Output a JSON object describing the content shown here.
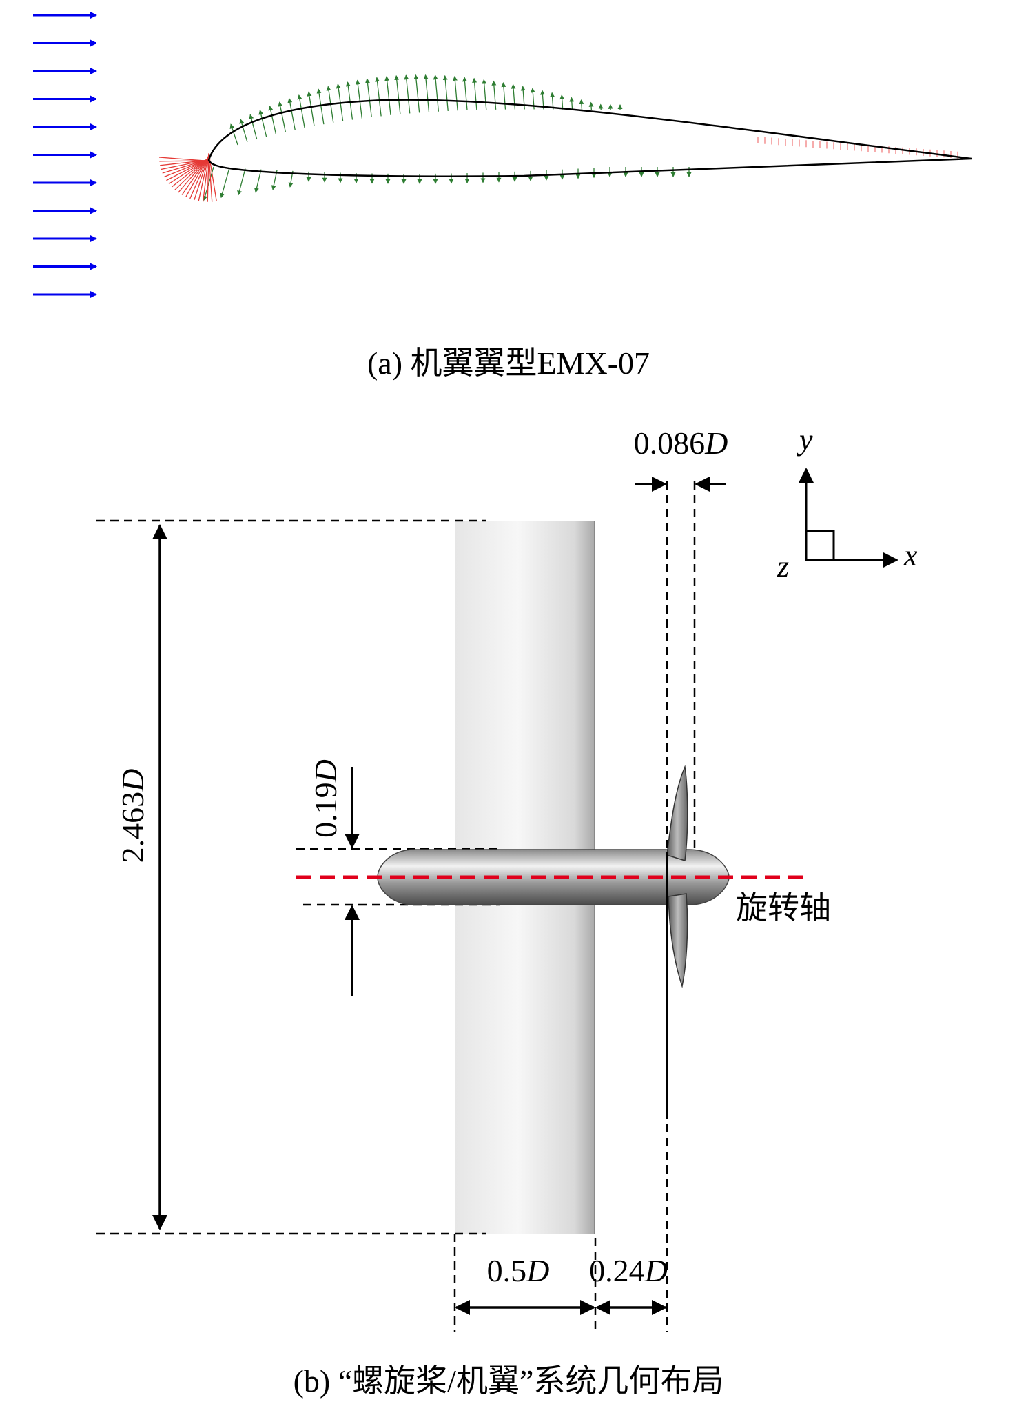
{
  "panel_a": {
    "caption": "(a) 机翼翼型EMX-07",
    "colors": {
      "inflow": "#0000ee",
      "suction_vectors": "#2e7d32",
      "pressure_vectors": "#e53935",
      "outline": "#000000"
    }
  },
  "panel_b": {
    "caption": "(b) “螺旋桨/机翼”系统几何布局",
    "dims": {
      "span": {
        "num": "2.463",
        "unit": "D"
      },
      "hub": {
        "num": "0.19",
        "unit": "D"
      },
      "gap": {
        "num": "0.086",
        "unit": "D"
      },
      "chord": {
        "num": "0.5",
        "unit": "D"
      },
      "offset": {
        "num": "0.24",
        "unit": "D"
      }
    },
    "axis_label": "旋转轴",
    "axes": {
      "x": "x",
      "y": "y",
      "z": "z"
    },
    "colors": {
      "axis_line": "#e0001b",
      "wing_light": "#f4f4f4",
      "wing_dark": "#c8c8c8"
    }
  }
}
